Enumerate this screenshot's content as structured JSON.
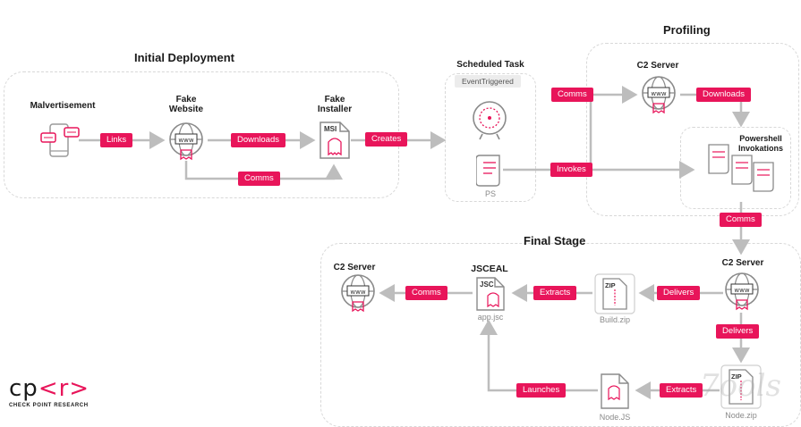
{
  "sections": {
    "initial": "Initial Deployment",
    "profiling": "Profiling",
    "final": "Final Stage"
  },
  "nodes": {
    "malvertisement": "Malvertisement",
    "fake_website": "Fake\nWebsite",
    "fake_installer": "Fake\nInstaller",
    "msi": "MSI",
    "scheduled_task": "Scheduled Task",
    "event_triggered": "EventTriggered",
    "ps": "PS",
    "c2_profiling": "C2 Server",
    "powershell": "Powershell\nInvokations",
    "c2_final_right": "C2 Server",
    "c2_final_left": "C2 Server",
    "jsceal": "JSCEAL",
    "jsc": "JSC",
    "app_jsc": "app.jsc",
    "build_zip": "Build.zip",
    "node_zip": "Node.zip",
    "node_js": "Node.JS",
    "zip": "ZIP",
    "www": "www"
  },
  "edges": {
    "links": "Links",
    "downloads_1": "Downloads",
    "comms_1": "Comms",
    "creates": "Creates",
    "comms_2": "Comms",
    "downloads_2": "Downloads",
    "invokes": "Invokes",
    "comms_3": "Comms",
    "delivers_1": "Delivers",
    "extracts_1": "Extracts",
    "comms_4": "Comms",
    "delivers_2": "Delivers",
    "extracts_2": "Extracts",
    "launches": "Launches"
  },
  "logo": {
    "main_left": "cp",
    "main_mid": "<r>",
    "sub": "CHECK POINT RESEARCH"
  },
  "watermark": "7ools",
  "colors": {
    "accent": "#e8155a",
    "arrow": "#bdbdbd",
    "box_border": "#d8d8d8"
  }
}
